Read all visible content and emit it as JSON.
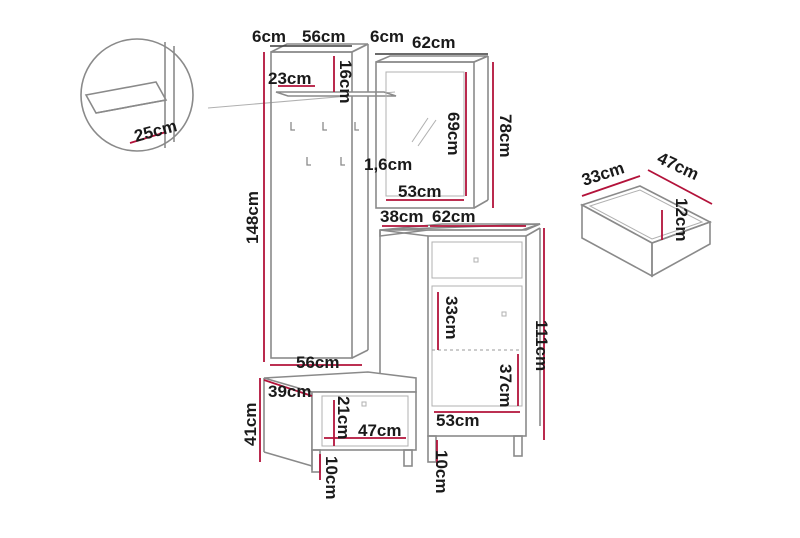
{
  "colors": {
    "dimension_line": "#b3123a",
    "furniture_outline": "#8a8a8a",
    "text": "#1a1a1a"
  },
  "labels": {
    "panel_top_left": "6cm",
    "panel_width": "56cm",
    "mirror_top_left": "6cm",
    "mirror_width": "62cm",
    "shelf_depth_zoom": "25cm",
    "shelf_depth": "23cm",
    "shelf_height": "16cm",
    "mirror_glass_height": "69cm",
    "mirror_height": "78cm",
    "panel_height": "148cm",
    "panel_thickness": "1,6cm",
    "mirror_glass_width": "53cm",
    "drawer_depth": "33cm",
    "drawer_width": "47cm",
    "drawer_height": "12cm",
    "cabinet_depth": "38cm",
    "cabinet_width": "62cm",
    "cabinet_height": "111cm",
    "cabinet_opening_height": "33cm",
    "cabinet_lower_opening": "37cm",
    "cabinet_inner_width": "53cm",
    "cabinet_leg": "10cm",
    "panel_bottom_width": "56cm",
    "bench_depth": "39cm",
    "bench_height": "41cm",
    "bench_drawer_height": "21cm",
    "bench_drawer_width": "47cm",
    "bench_leg": "10cm"
  }
}
